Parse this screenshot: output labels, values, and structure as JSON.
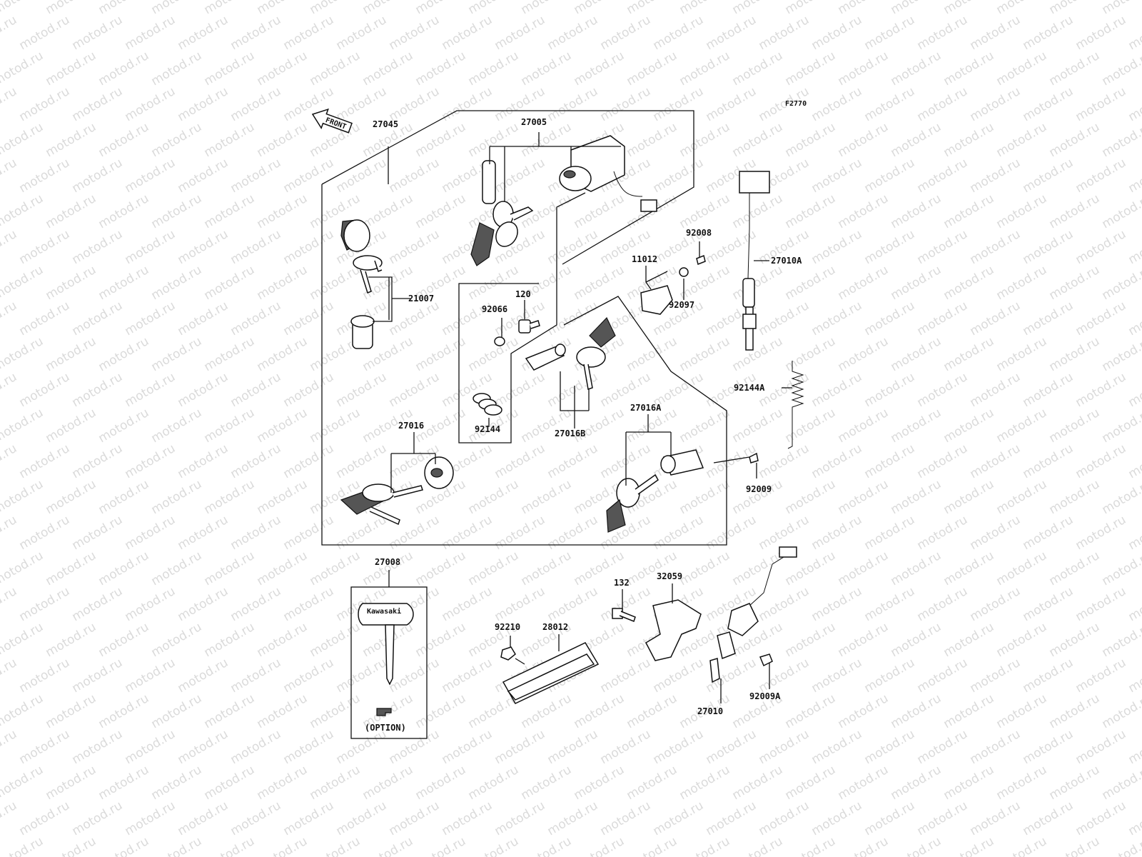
{
  "diagram_code": "F2770",
  "front_label": "FRONT",
  "watermark_text": "motod.ru",
  "option_label": "(OPTION)",
  "key_brand": "Kawasaki",
  "parts": [
    {
      "id": "27045",
      "label": "27045"
    },
    {
      "id": "27005",
      "label": "27005"
    },
    {
      "id": "21007",
      "label": "21007"
    },
    {
      "id": "120",
      "label": "120"
    },
    {
      "id": "92066",
      "label": "92066"
    },
    {
      "id": "92144",
      "label": "92144"
    },
    {
      "id": "27016B",
      "label": "27016B"
    },
    {
      "id": "27016",
      "label": "27016"
    },
    {
      "id": "27016A",
      "label": "27016A"
    },
    {
      "id": "11012",
      "label": "11012"
    },
    {
      "id": "92008",
      "label": "92008"
    },
    {
      "id": "92097",
      "label": "92097"
    },
    {
      "id": "27010A",
      "label": "27010A"
    },
    {
      "id": "92144A",
      "label": "92144A"
    },
    {
      "id": "92009",
      "label": "92009"
    },
    {
      "id": "27008",
      "label": "27008"
    },
    {
      "id": "92210",
      "label": "92210"
    },
    {
      "id": "28012",
      "label": "28012"
    },
    {
      "id": "132",
      "label": "132"
    },
    {
      "id": "32059",
      "label": "32059"
    },
    {
      "id": "27010",
      "label": "27010"
    },
    {
      "id": "92009A",
      "label": "92009A"
    }
  ]
}
